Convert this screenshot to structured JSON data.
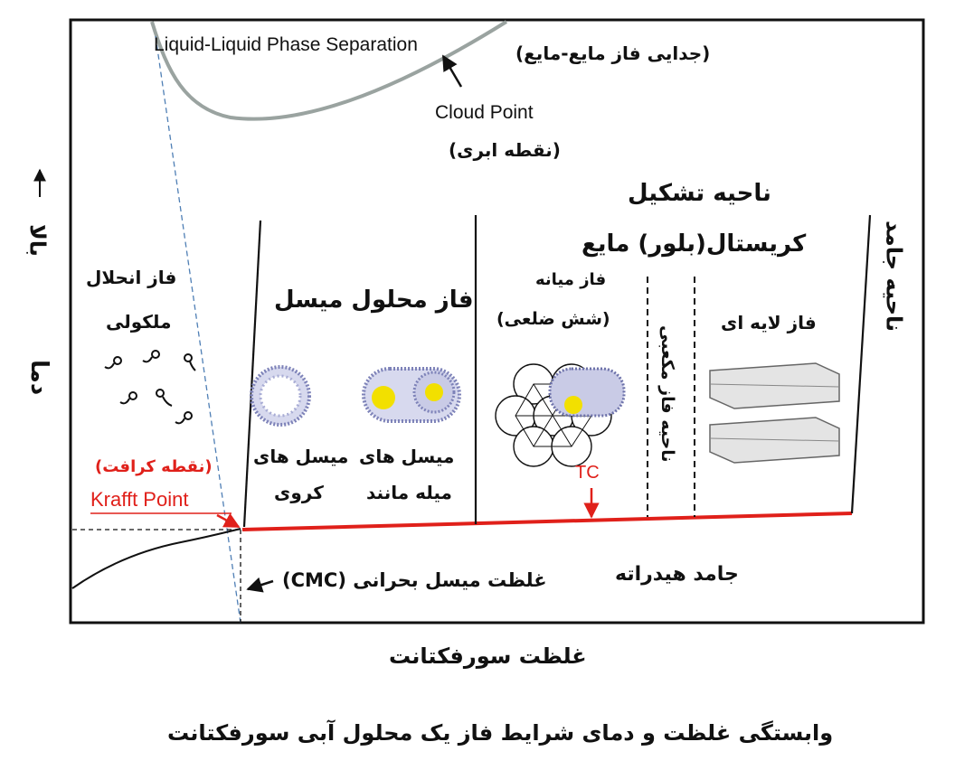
{
  "colors": {
    "boundary": "#e0201a",
    "cloud_curve": "#9aa3a0",
    "cmc_line": "#4f7fb5",
    "micelle_head": "#8a8fc4",
    "micelle_core": "#f2e000"
  },
  "top": {
    "lcst_en": "Liquid-Liquid Phase Separation",
    "lcst_fa": "(جدایی فاز مایع-مایع)",
    "cloud_en": "Cloud Point",
    "cloud_fa": "(نقطه ابری)"
  },
  "regions": {
    "molecular_solution": [
      "فاز انحلال",
      "ملکولی"
    ],
    "micellar_phase": "فاز محلول میسل",
    "spherical_micelles": [
      "میسل های",
      "کروی"
    ],
    "rod_micelles": [
      "میسل های",
      "میله مانند"
    ],
    "liquid_crystal_title": [
      "ناحیه تشکیل",
      "کریستال(بلور) مایع"
    ],
    "hexagonal_phase": [
      "فاز میانه",
      "(شش ضلعی)"
    ],
    "cubic_phase": "ناحیه فاز مکعبی",
    "lamellar_phase": "فاز لایه ای",
    "solid_region": "ناحیه جامد",
    "hydrated_solid": "جامد هیدراته"
  },
  "labels": {
    "krafft_fa": "(نقطه کرافت)",
    "krafft_en": "Krafft Point",
    "tc": "TC",
    "cmc": "غلظت میسل بحرانی (CMC)"
  },
  "axes": {
    "y_label": "دما",
    "y_high": "بالا",
    "x_label": "غلظت سورفکتانت"
  },
  "caption": "وابستگی غلظت و دمای شرایط فاز یک محلول آبی سورفکتانت"
}
